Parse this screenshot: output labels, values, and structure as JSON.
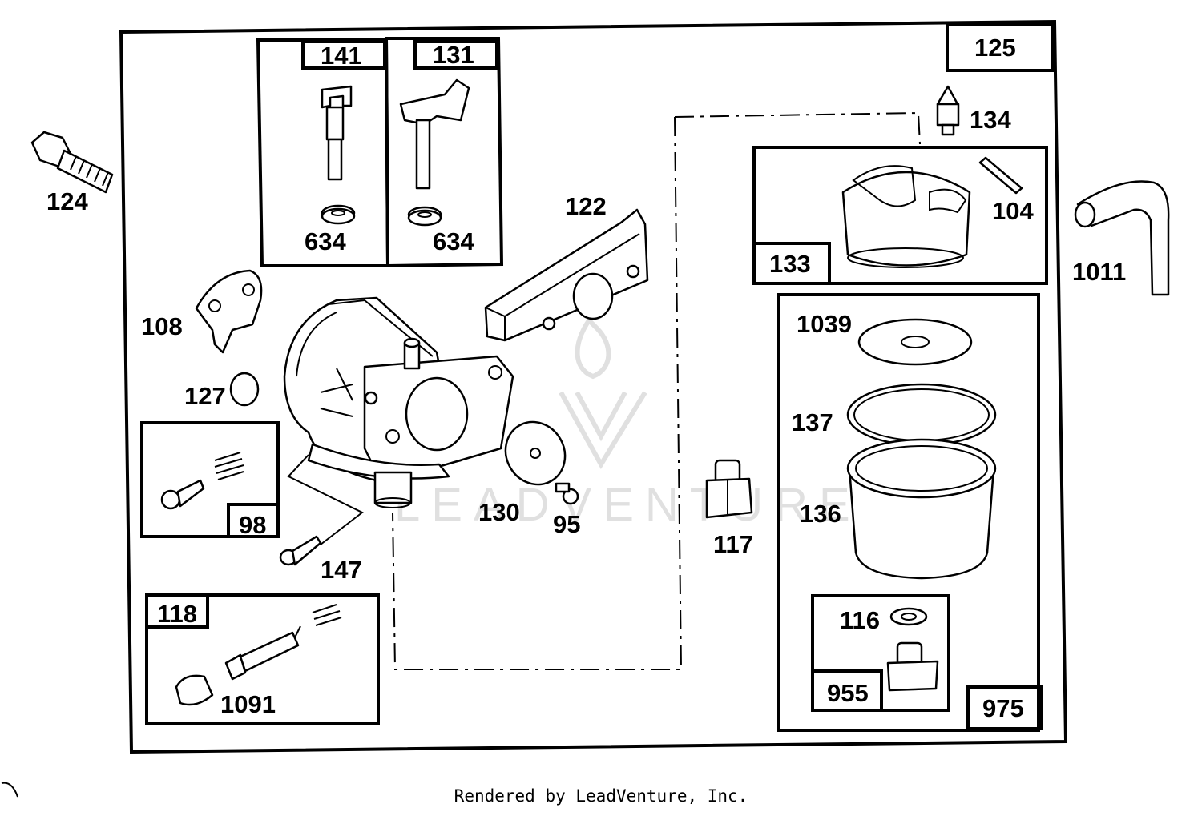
{
  "labels": {
    "l124": "124",
    "l141": "141",
    "l131": "131",
    "l634a": "634",
    "l634b": "634",
    "l125": "125",
    "l134": "134",
    "l104": "104",
    "l133": "133",
    "l122": "122",
    "l1011": "1011",
    "l108": "108",
    "l127": "127",
    "l1039": "1039",
    "l137": "137",
    "l98": "98",
    "l130": "130",
    "l95": "95",
    "l117": "117",
    "l136": "136",
    "l147": "147",
    "l118": "118",
    "l1091": "1091",
    "l116": "116",
    "l955": "955",
    "l975": "975"
  },
  "watermark": {
    "text": "LEADVENTURE"
  },
  "footer": {
    "text": "Rendered by LeadVenture, Inc."
  }
}
